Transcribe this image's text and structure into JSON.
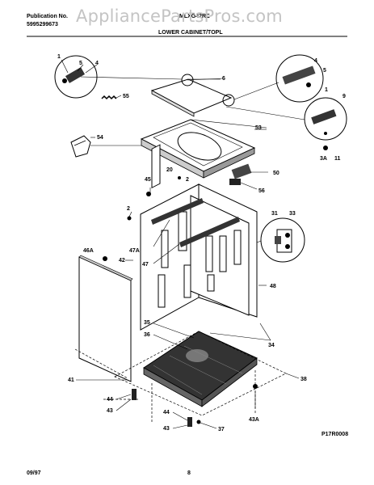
{
  "header": {
    "publication_label": "Publication No.",
    "publication_number": "5995299673",
    "model": "MLXG42RE",
    "section_title": "LOWER CABINET/TOPL"
  },
  "watermark": "AppliancePartsPros.com",
  "figure_code": "P17R0008",
  "footer": {
    "date": "09/97",
    "page": "8"
  },
  "callouts": [
    {
      "id": "c1",
      "text": "1"
    },
    {
      "id": "c4a",
      "text": "4"
    },
    {
      "id": "c5a",
      "text": "5"
    },
    {
      "id": "c4b",
      "text": "4"
    },
    {
      "id": "c5b",
      "text": "5"
    },
    {
      "id": "c1b",
      "text": "1"
    },
    {
      "id": "c6",
      "text": "6"
    },
    {
      "id": "c55",
      "text": "55"
    },
    {
      "id": "c9",
      "text": "9"
    },
    {
      "id": "c54",
      "text": "54"
    },
    {
      "id": "c53",
      "text": "53"
    },
    {
      "id": "c3a",
      "text": "3A"
    },
    {
      "id": "c11",
      "text": "11"
    },
    {
      "id": "c50",
      "text": "50"
    },
    {
      "id": "c56",
      "text": "56"
    },
    {
      "id": "c45",
      "text": "45"
    },
    {
      "id": "c20",
      "text": "20"
    },
    {
      "id": "c2a",
      "text": "2"
    },
    {
      "id": "c2b",
      "text": "2"
    },
    {
      "id": "c31",
      "text": "31"
    },
    {
      "id": "c33",
      "text": "33"
    },
    {
      "id": "c47a",
      "text": "47A"
    },
    {
      "id": "c46a",
      "text": "46A"
    },
    {
      "id": "c42",
      "text": "42"
    },
    {
      "id": "c47",
      "text": "47"
    },
    {
      "id": "c48",
      "text": "48"
    },
    {
      "id": "c35",
      "text": "35"
    },
    {
      "id": "c36",
      "text": "36"
    },
    {
      "id": "c34",
      "text": "34"
    },
    {
      "id": "c41",
      "text": "41"
    },
    {
      "id": "c38",
      "text": "38"
    },
    {
      "id": "c44a",
      "text": "44"
    },
    {
      "id": "c43a",
      "text": "43"
    },
    {
      "id": "c44b",
      "text": "44"
    },
    {
      "id": "c43b",
      "text": "43"
    },
    {
      "id": "c37",
      "text": "37"
    },
    {
      "id": "c43c",
      "text": "43A"
    }
  ]
}
